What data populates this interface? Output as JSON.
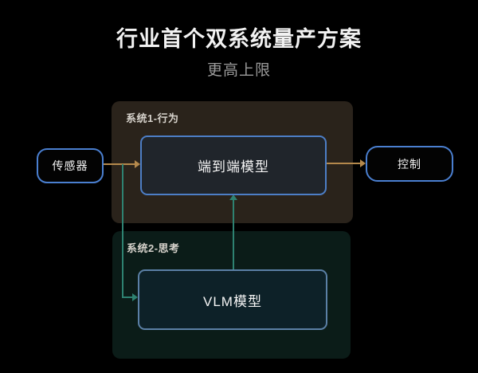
{
  "slide": {
    "title": "行业首个双系统量产方案",
    "subtitle": "更高上限"
  },
  "diagram": {
    "system1": {
      "label": "系统1-行为",
      "model_label": "端到端模型"
    },
    "system2": {
      "label": "系统2-思考",
      "model_label": "VLM模型"
    },
    "input_node_label": "传感器",
    "output_node_label": "控制",
    "connections": [
      {
        "from": "传感器",
        "to": "端到端模型",
        "style": "orange",
        "arrow": "right"
      },
      {
        "from": "端到端模型",
        "to": "控制",
        "style": "orange",
        "arrow": "right"
      },
      {
        "from": "传感器",
        "to": "VLM模型",
        "style": "teal",
        "arrow": "right"
      },
      {
        "from": "VLM模型",
        "to": "端到端模型",
        "style": "teal",
        "arrow": "up"
      }
    ]
  },
  "colors": {
    "bg": "#000000",
    "title_color": "#f2f2f2",
    "subtitle_color": "#9c9c9c",
    "label_color": "#d6d2cb",
    "sys1_bg": "#2a231b",
    "sys2_bg": "#0b1c18",
    "e2e_fill": "#20252b",
    "e2e_border": "#4d7ec6",
    "vlm_fill": "#0d2128",
    "vlm_border": "#5b80a6",
    "node_fill": "#030303",
    "node_border": "#4a7fd0",
    "node_text": "#f5f5f5",
    "orange_line": "#b5894c",
    "teal_line": "#2e8271"
  }
}
